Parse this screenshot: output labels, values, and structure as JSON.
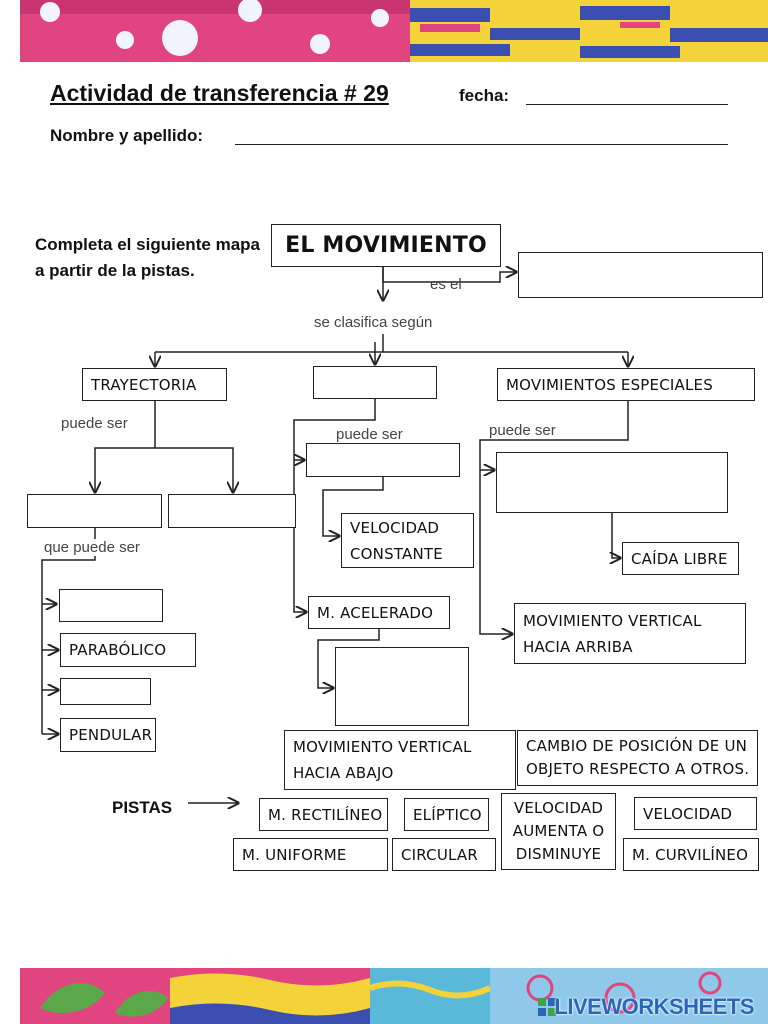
{
  "header": {
    "title": "Actividad de transferencia # 29",
    "fecha_label": "fecha:",
    "nombre_label": "Nombre y apellido:"
  },
  "instructions": "Completa el siguiente mapa a partir de la pistas.",
  "map": {
    "root": "EL MOVIMIENTO",
    "link_es_el": "es el",
    "link_se_clasifica": "se clasifica según",
    "trayectoria": "TRAYECTORIA",
    "mov_especiales": "MOVIMIENTOS ESPECIALES",
    "link_puede_ser": "puede ser",
    "link_que_puede_ser": "que puede ser",
    "velocidad_constante": [
      "VELOCIDAD",
      "CONSTANTE"
    ],
    "m_acelerado": "M. ACELERADO",
    "caida_libre": "CAÍDA LIBRE",
    "mov_vertical_arriba": [
      "MOVIMIENTO VERTICAL",
      "HACIA ARRIBA"
    ],
    "mov_vertical_abajo": [
      "MOVIMIENTO VERTICAL",
      "HACIA ABAJO"
    ],
    "parabolico": "PARABÓLICO",
    "pendular": "PENDULAR",
    "definicion": [
      "CAMBIO DE POSICIÓN DE UN",
      "OBJETO RESPECTO A OTROS."
    ]
  },
  "pistas": {
    "label": "PISTAS",
    "items": [
      "M. RECTILÍNEO",
      "ELÍPTICO",
      "VELOCIDAD AUMENTA O DISMINUYE",
      "VELOCIDAD",
      "M. UNIFORME",
      "CIRCULAR",
      "M. CURVILÍNEO"
    ],
    "velocidad_aumenta": [
      "VELOCIDAD",
      "AUMENTA O",
      "DISMINUYE"
    ]
  },
  "brand": "LIVEWORKSHEETS",
  "colors": {
    "ink": "#222222",
    "band_pink": "#e0457f",
    "band_blue": "#3a4fb0",
    "band_yellow": "#f3d23a",
    "brand_blue": "#2a67b8"
  }
}
